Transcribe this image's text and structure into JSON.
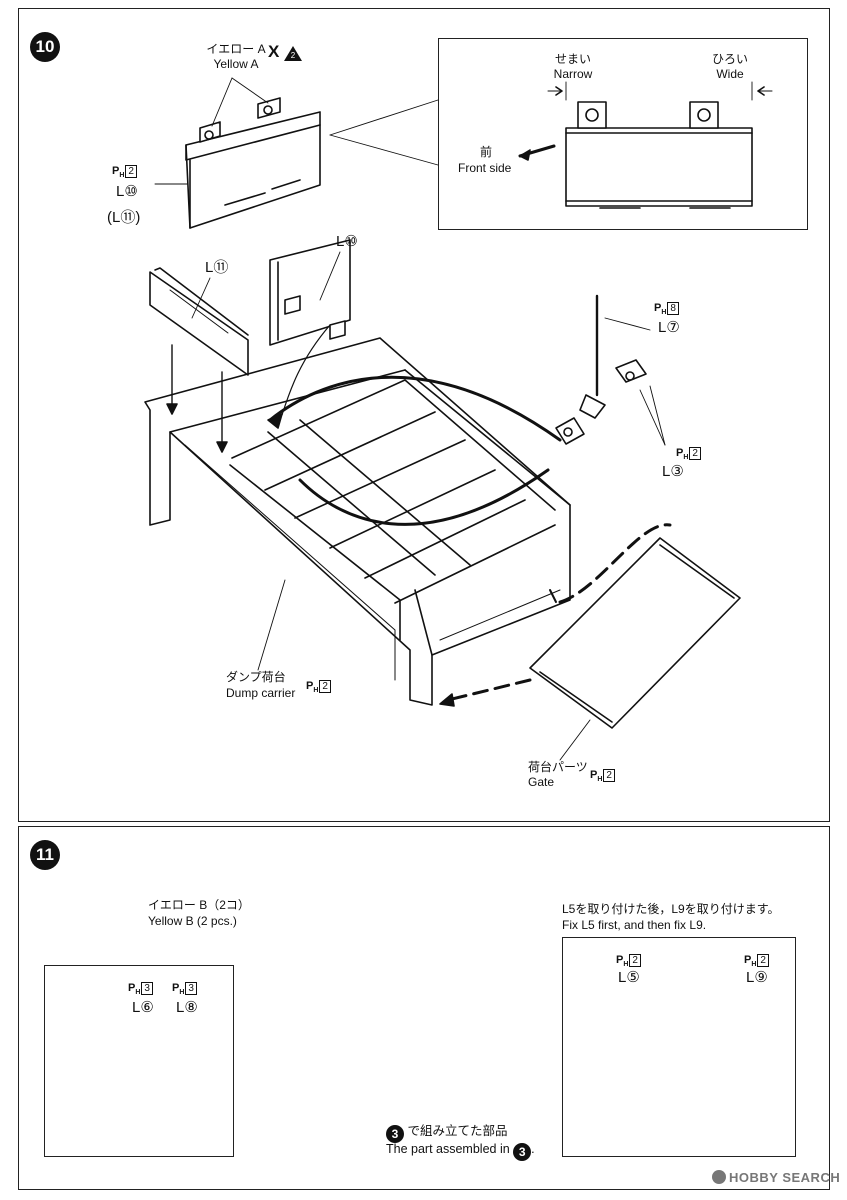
{
  "step10": {
    "number": "10",
    "paint_label_jp": "イエロー A",
    "paint_label_en": "Yellow A",
    "paint_mark": "X",
    "paint_code": "2",
    "part_main": "L⑩",
    "part_alt": "(L⑪)",
    "ph_main": "2",
    "ph_L7": "8",
    "ph_L3": "2",
    "ph_dump": "2",
    "ph_gate": "2",
    "inset": {
      "narrow_jp": "せまい",
      "narrow_en": "Narrow",
      "wide_jp": "ひろい",
      "wide_en": "Wide",
      "front_jp": "前",
      "front_en": "Front side"
    },
    "label_L11": "L⑪",
    "label_L10": "L⑩",
    "label_L7": "L⑦",
    "label_L3": "L③",
    "dump_jp": "ダンプ荷台",
    "dump_en": "Dump carrier",
    "gate_jp": "荷台パーツ",
    "gate_en": "Gate"
  },
  "step11": {
    "number": "11",
    "yellowB_jp": "イエロー B（2コ）",
    "yellowB_en": "Yellow B (2 pcs.)",
    "inset_left": {
      "ph_a": "3",
      "ph_b": "3",
      "part_a": "L⑥",
      "part_b": "L⑧"
    },
    "note_jp": "L5を取り付けた後，L9を取り付けます。",
    "note_en": "Fix L5 first, and then fix L9.",
    "inset_right": {
      "ph_a": "2",
      "ph_b": "2",
      "part_a": "L⑤",
      "part_b": "L⑨"
    },
    "assembled_num": "3",
    "assembled_jp": "で組み立てた部品",
    "assembled_en": "The part assembled in",
    "assembled_end": "."
  },
  "watermark": "HOBBY SEARCH"
}
